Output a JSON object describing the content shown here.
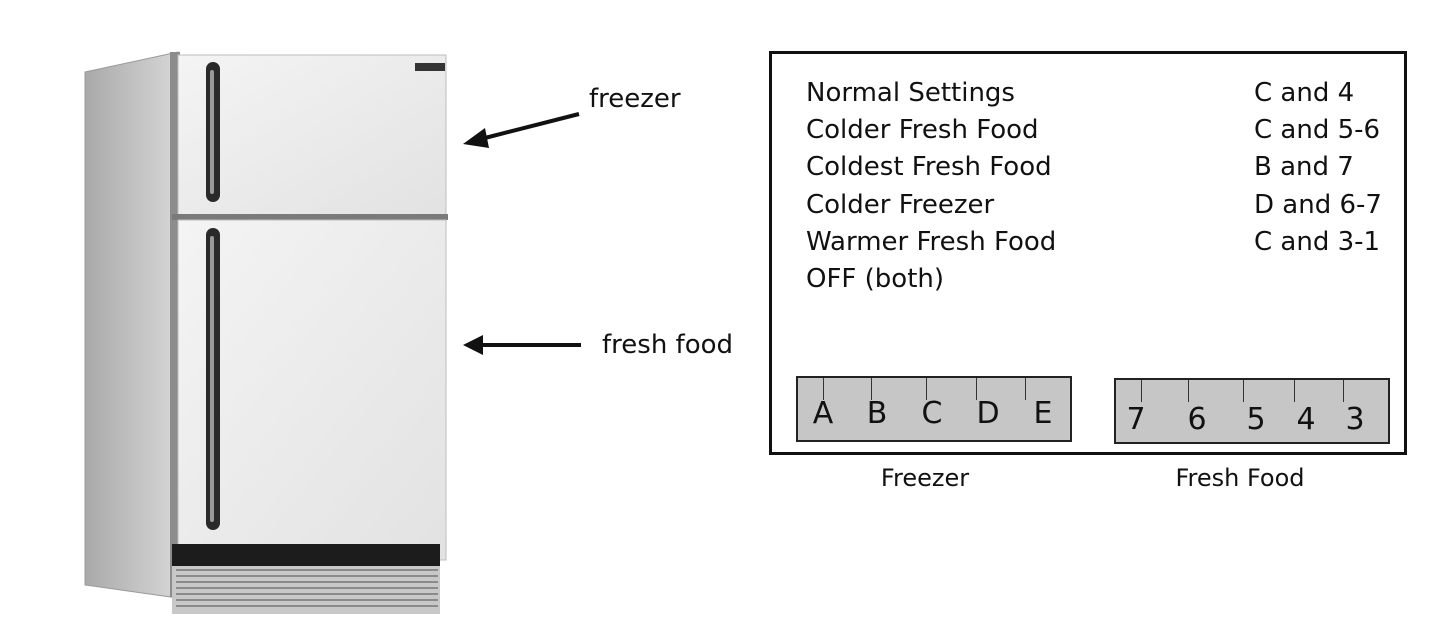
{
  "callouts": {
    "freezer": "freezer",
    "fresh_food": "fresh food"
  },
  "settings_table": {
    "rows": [
      {
        "name": "Normal Settings",
        "value": "C and 4"
      },
      {
        "name": "Colder Fresh Food",
        "value": "C and 5-6"
      },
      {
        "name": "Coldest Fresh Food",
        "value": "B and 7"
      },
      {
        "name": "Colder Freezer",
        "value": "D and 6-7"
      },
      {
        "name": "Warmer Fresh Food",
        "value": "C and 3-1"
      },
      {
        "name": "OFF (both)",
        "value": ""
      }
    ]
  },
  "freezer_dial": {
    "labels": [
      "A",
      "B",
      "C",
      "D",
      "E"
    ],
    "caption": "Freezer"
  },
  "fresh_food_dial": {
    "labels": [
      "7",
      "6",
      "5",
      "4",
      "3"
    ],
    "caption": "Fresh Food"
  },
  "colors": {
    "dial_fill": "#c6c6c6",
    "fridge_body": "#e9e9e9",
    "border": "#111111"
  }
}
